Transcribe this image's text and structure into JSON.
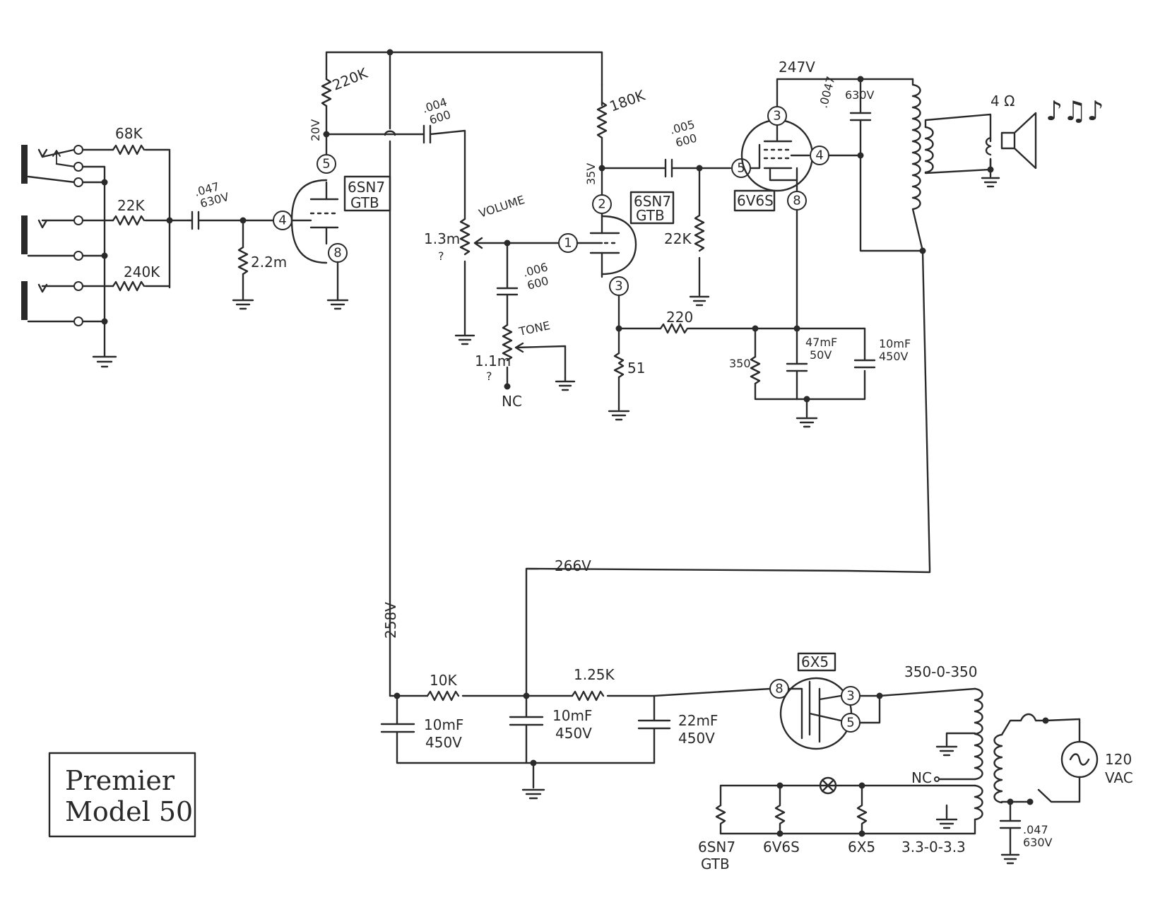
{
  "title": {
    "line1": "Premier",
    "line2": "Model 50"
  },
  "tubes": {
    "v1": {
      "type_line1": "6SN7",
      "type_line2": "GTB",
      "pins": [
        "5",
        "4",
        "8"
      ]
    },
    "v2": {
      "type_line1": "6SN7",
      "type_line2": "GTB",
      "pins": [
        "2",
        "1",
        "3"
      ]
    },
    "v3": {
      "type": "6V6S",
      "pins": [
        "3",
        "5",
        "4",
        "8"
      ]
    },
    "rect": {
      "type": "6X5",
      "pins": [
        "8",
        "3",
        "5"
      ]
    }
  },
  "components": {
    "r_in1": "68K",
    "r_in2": "22K",
    "r_in3": "240K",
    "c_in": {
      "value": ".047",
      "voltage": "630V"
    },
    "r_grid1": "2.2m",
    "r_plate1": "220K",
    "c_coupling1": {
      "value": ".004",
      "voltage": "600"
    },
    "volume_pot": {
      "value": "1.3m",
      "note": "?",
      "name": "VOLUME"
    },
    "c_tone": {
      "value": ".006",
      "voltage": "600"
    },
    "tone_pot": {
      "value": "1.1m",
      "note": "?",
      "name": "TONE",
      "nc": "NC"
    },
    "r_plate2": "180K",
    "c_coupling2": {
      "value": ".005",
      "voltage": "600"
    },
    "r_grid3": "22K",
    "r_cath2": "51",
    "r_fb": "220",
    "r_cath3": "350",
    "c_cath3a": {
      "value": "47mF",
      "voltage": "50V"
    },
    "c_cath3b": {
      "value": "10mF",
      "voltage": "450V"
    },
    "c_plate3": {
      "value": ".0047",
      "voltage": "630V"
    },
    "speaker_imp": "4 Ω",
    "r_filter1": "10K",
    "r_filter2": "1.25K",
    "c_filter1": {
      "value": "10mF",
      "voltage": "450V"
    },
    "c_filter2": {
      "value": "10mF",
      "voltage": "450V"
    },
    "c_filter3": {
      "value": "22mF",
      "voltage": "450V"
    },
    "pt_hv": "350-0-350",
    "pt_fil": "3.3-0-3.3",
    "pt_nc": "NC",
    "c_line": {
      "value": ".047",
      "voltage": "630V"
    },
    "mains": {
      "line1": "120",
      "line2": "VAC"
    },
    "heaters": {
      "h1_line1": "6SN7",
      "h1_line2": "GTB",
      "h2": "6V6S",
      "h3": "6X5"
    }
  },
  "voltages": {
    "v1_plate": "20V",
    "v2_plate": "35V",
    "v3_plate": "247V",
    "b_plus_1": "266V",
    "b_plus_2": "258V"
  },
  "music_notes": "♪♫♪"
}
